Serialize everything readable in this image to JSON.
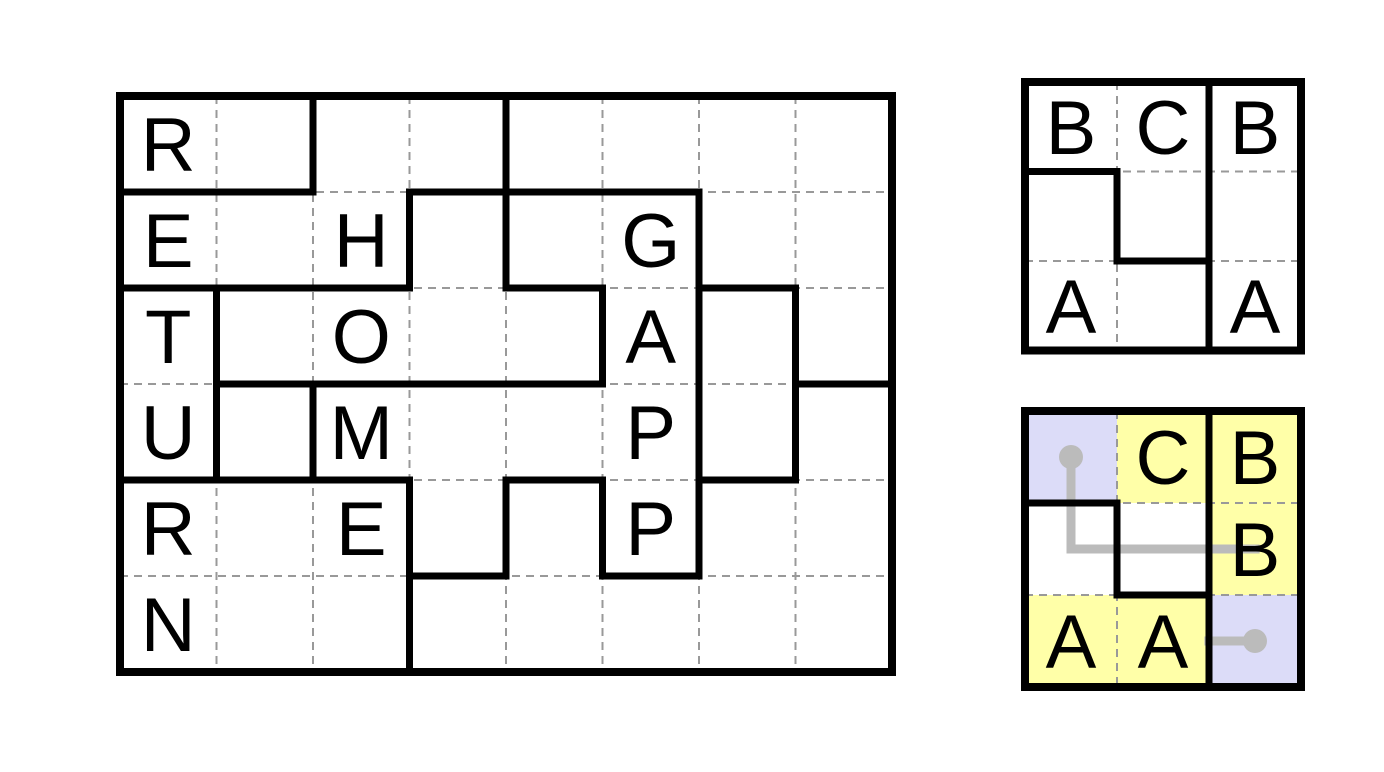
{
  "main_puzzle": {
    "rows": 6,
    "cols": 8,
    "letters": [
      [
        "R",
        "",
        "",
        "",
        "",
        "",
        "",
        ""
      ],
      [
        "E",
        "",
        "H",
        "",
        "",
        "G",
        "",
        ""
      ],
      [
        "T",
        "",
        "O",
        "",
        "",
        "A",
        "",
        ""
      ],
      [
        "U",
        "",
        "M",
        "",
        "",
        "P",
        "",
        ""
      ],
      [
        "R",
        "",
        "E",
        "",
        "",
        "P",
        "",
        ""
      ],
      [
        "N",
        "",
        "",
        "",
        "",
        "",
        "",
        ""
      ]
    ]
  },
  "example_puzzle": {
    "rows": 3,
    "cols": 3,
    "letters": [
      [
        "B",
        "C",
        "B"
      ],
      [
        "",
        "",
        ""
      ],
      [
        "A",
        "",
        "A"
      ]
    ]
  },
  "example_solution": {
    "rows": 3,
    "cols": 3,
    "letters": [
      [
        "",
        "C",
        "B"
      ],
      [
        "",
        "",
        "B"
      ],
      [
        "A",
        "A",
        ""
      ]
    ],
    "highlighted_cells": [
      [
        0,
        1
      ],
      [
        0,
        2
      ],
      [
        1,
        2
      ],
      [
        2,
        0
      ],
      [
        2,
        1
      ]
    ],
    "endpoint_cells": [
      [
        0,
        0
      ],
      [
        2,
        2
      ]
    ]
  },
  "colors": {
    "line": "#000000",
    "dash": "#999999",
    "highlight": "#ffffa8",
    "endpoint": "#dcdcf8",
    "path": "#bbbbbb"
  }
}
